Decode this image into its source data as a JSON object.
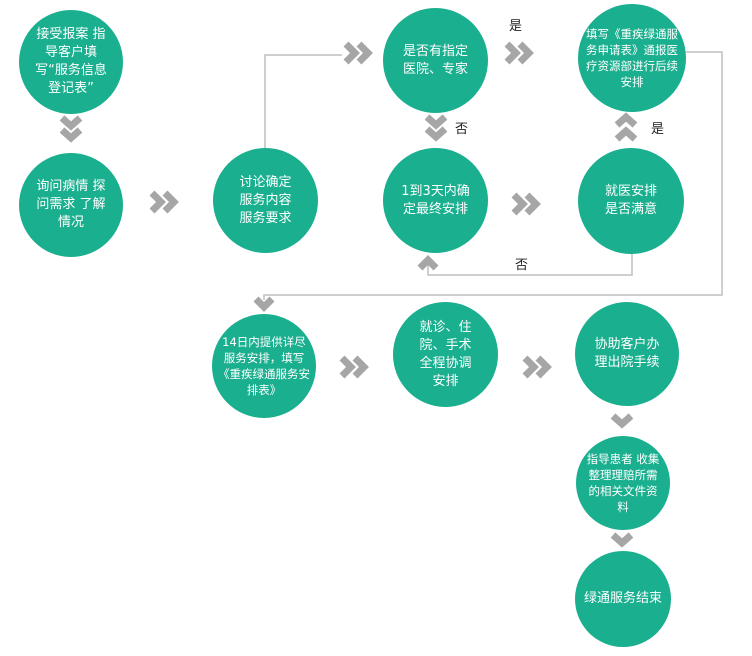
{
  "nodes": [
    {
      "id": "n1",
      "text": "接受报案 指导客户填写“服务信息登记表”"
    },
    {
      "id": "n2",
      "text": "询问病情 探问需求 了解情况"
    },
    {
      "id": "n3",
      "text": "讨论确定服务内容服务要求"
    },
    {
      "id": "n4",
      "text": "是否有指定医院、专家"
    },
    {
      "id": "n5",
      "text": "1到3天内确定最终安排"
    },
    {
      "id": "n6",
      "text": "填写《重疾绿通服务申请表》通报医疗资源部进行后续安排"
    },
    {
      "id": "n7",
      "text": "就医安排是否满意"
    },
    {
      "id": "n8",
      "text": "14日内提供详尽服务安排，填写《重疾绿通服务安排表》"
    },
    {
      "id": "n9",
      "text": "就诊、住院、手术全程协调安排"
    },
    {
      "id": "n10",
      "text": "协助客户办理出院手续"
    },
    {
      "id": "n11",
      "text": "指导患者 收集整理理赔所需的相关文件资料"
    },
    {
      "id": "n12",
      "text": "绿通服务结束"
    }
  ],
  "labels": {
    "yes1": "是",
    "no1": "否",
    "yes2": "是",
    "no2": "否"
  },
  "colors": {
    "node": "#1aaf8e",
    "arrow": "#a6a6a6",
    "line": "#bfbfbf"
  }
}
